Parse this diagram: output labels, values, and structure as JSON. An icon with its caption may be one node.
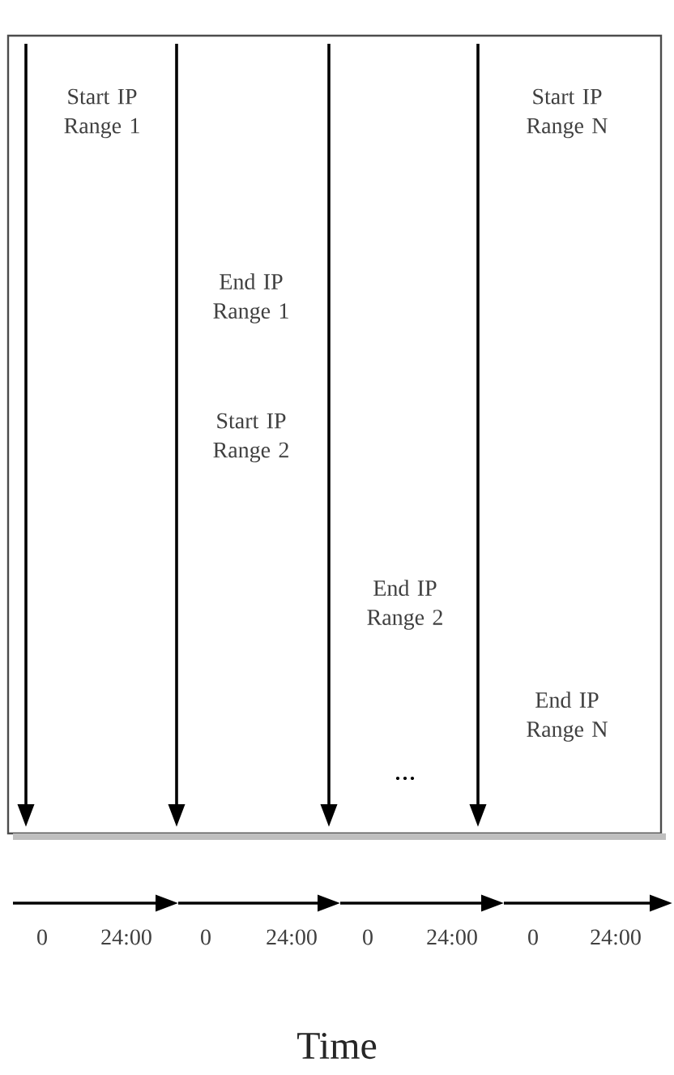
{
  "diagram": {
    "labels": [
      "Start IP Range 1",
      "Start IP Range N",
      "End IP Range 1",
      "Start IP Range 2",
      "End IP Range 2",
      "End IP Range N",
      "...",
      "0",
      "24:00",
      "0",
      "24:00",
      "0",
      "24:00",
      "0",
      "24:00",
      "Time"
    ]
  }
}
